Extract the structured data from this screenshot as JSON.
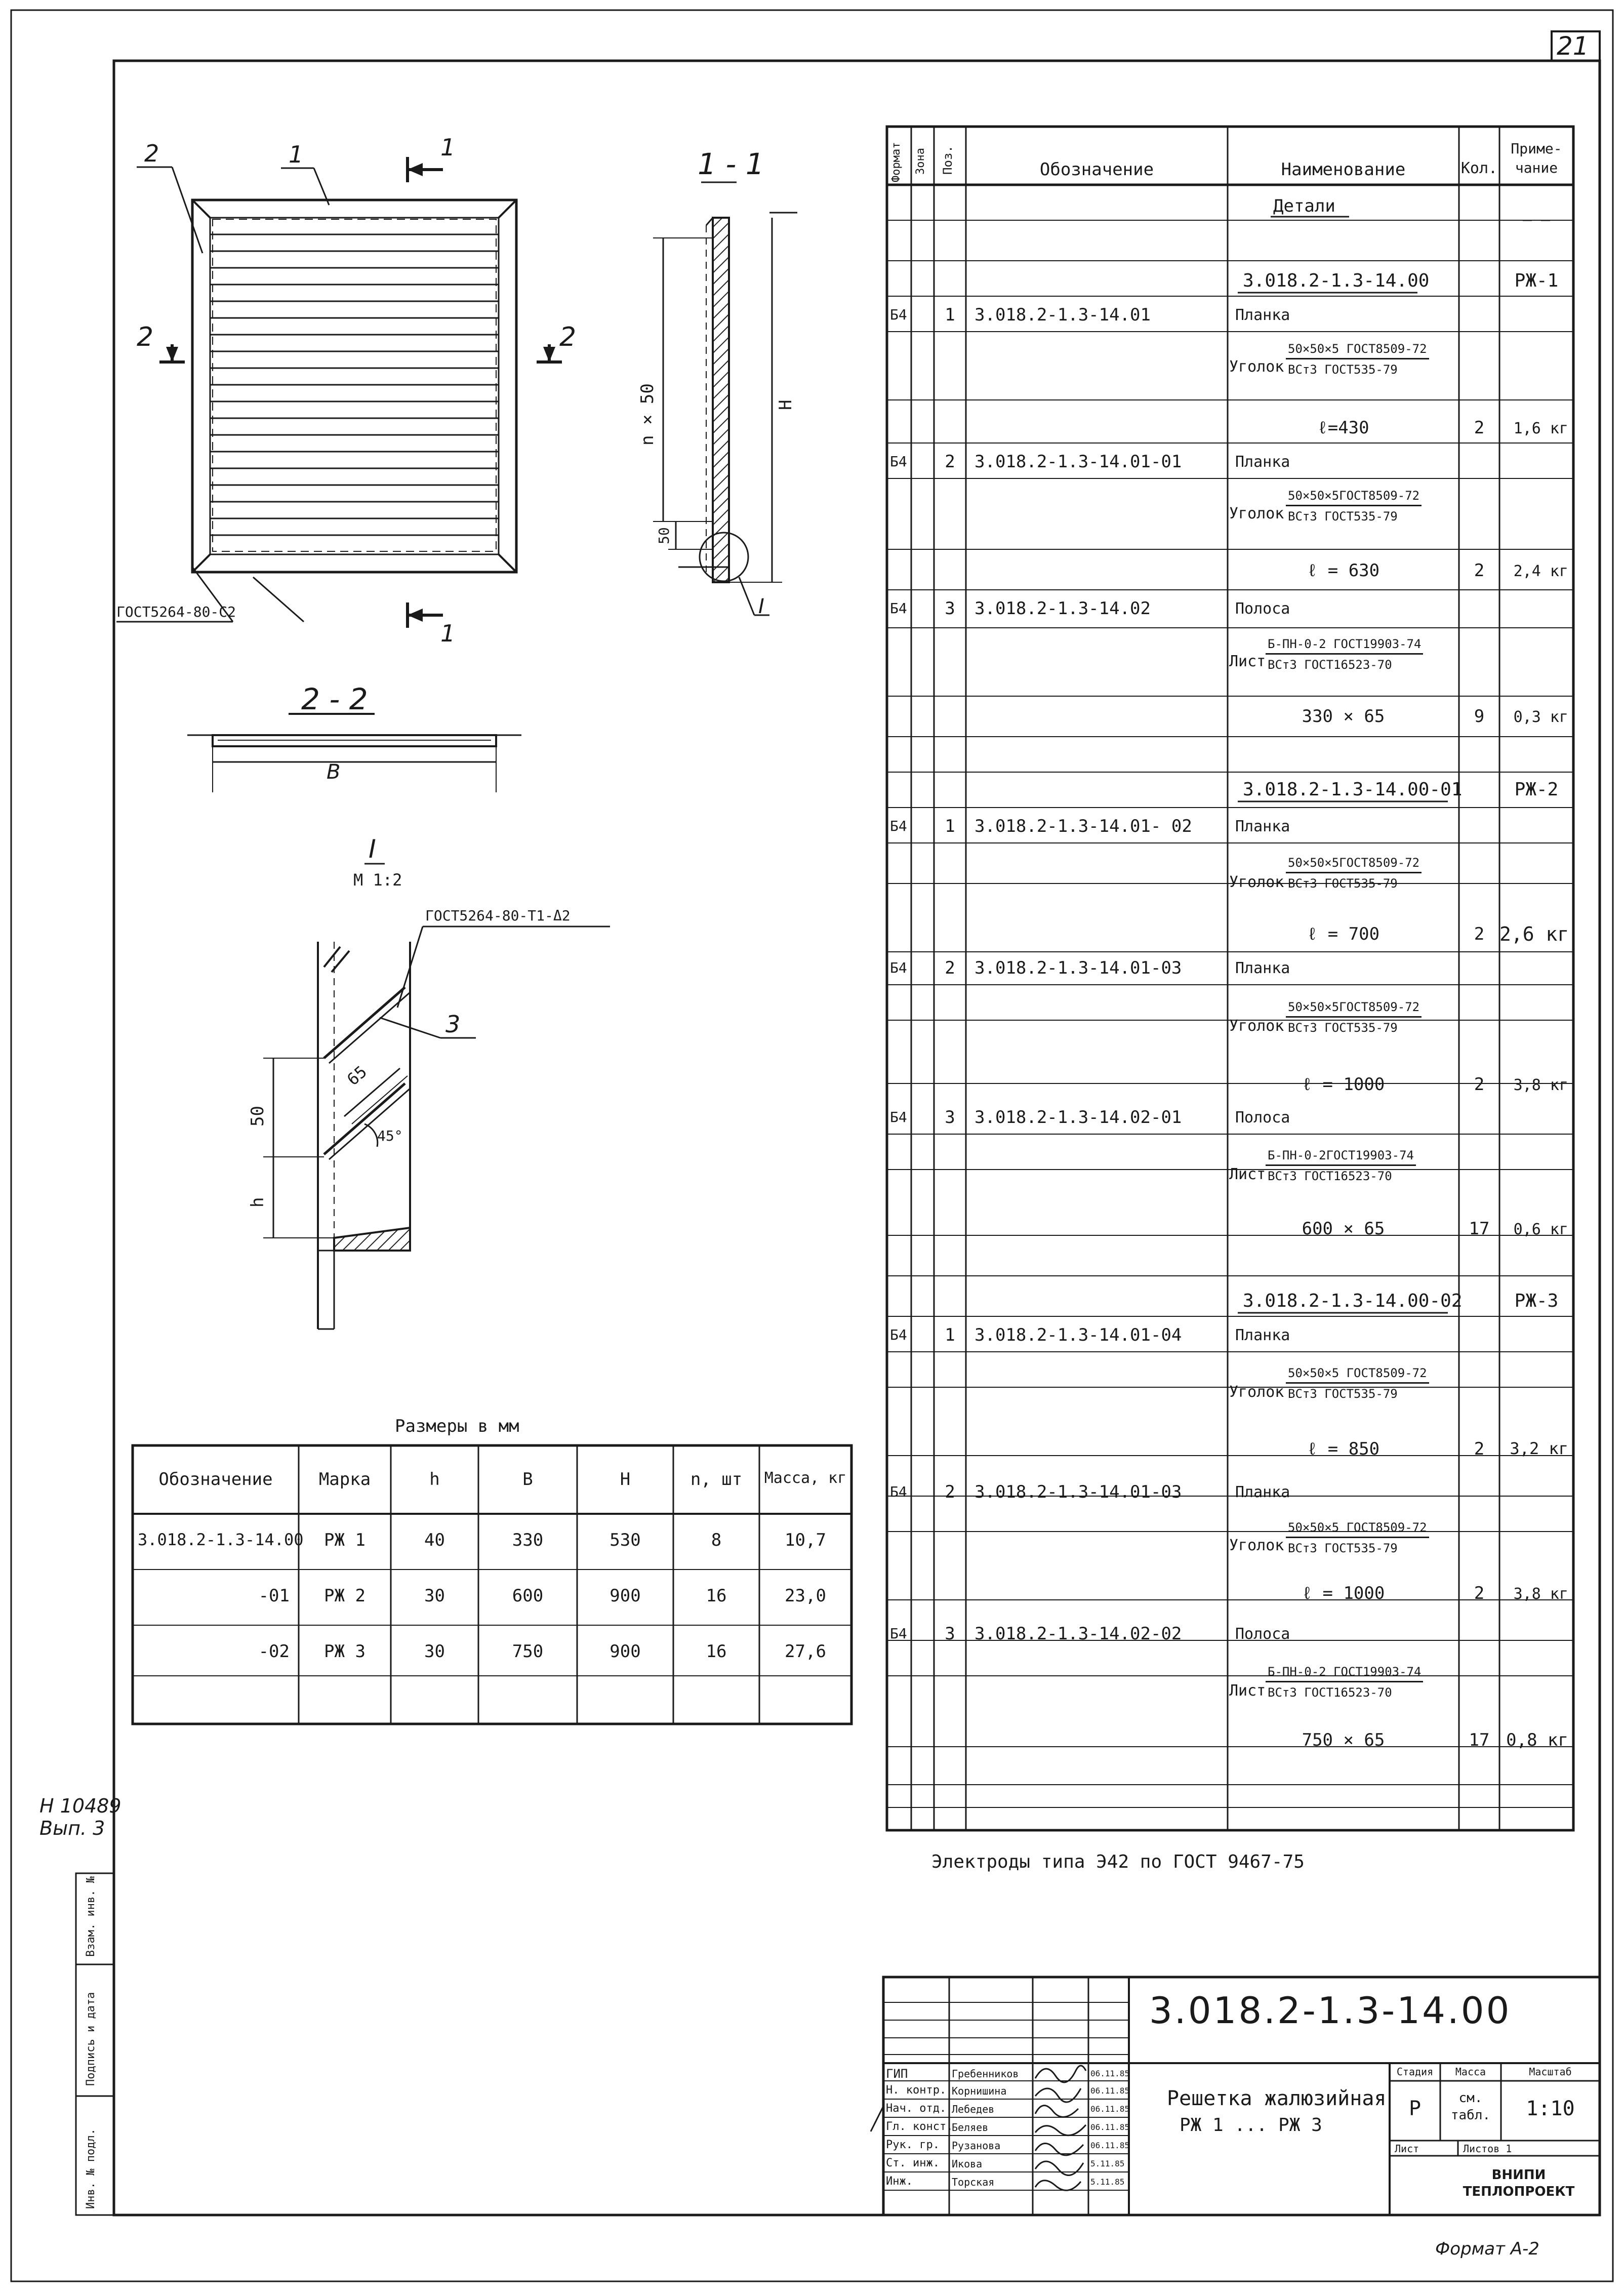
{
  "sheet_number": "21",
  "format": "Формат А-2",
  "side_stamp": {
    "inv": "Н 10489",
    "issue": "Вып. 3"
  },
  "margin_labels": [
    "Инв. № подл.",
    "Подпись и дата",
    "Взам. инв. №"
  ],
  "views": {
    "front": {
      "label_plank": "1",
      "label_side": "2",
      "cut_top": "1",
      "cut_bottom": "1",
      "cut_left": "2",
      "cut_right": "2",
      "weld": "ГОСТ5264-80-С2"
    },
    "section_1_1": {
      "title": "1 - 1",
      "dim_n50": "n × 50",
      "dim_h": "H",
      "dim_50": "50",
      "detail_ref": "I"
    },
    "section_2_2": {
      "title": "2 - 2",
      "dim_b": "B"
    },
    "detail_I": {
      "title": "I",
      "scale": "М 1:2",
      "weld": "ГОСТ5264-80-Т1-Δ2",
      "pos": "3",
      "dim_65": "65",
      "angle": "45°",
      "dim_50": "50",
      "dim_h": "h"
    }
  },
  "sizes_table": {
    "caption": "Размеры в мм",
    "headers": [
      "Обозначение",
      "Марка",
      "h",
      "B",
      "H",
      "n, шт",
      "Масса, кг"
    ],
    "rows": [
      [
        "3.018.2-1.3-14.00",
        "РЖ 1",
        "40",
        "330",
        "530",
        "8",
        "10,7"
      ],
      [
        "-01",
        "РЖ 2",
        "30",
        "600",
        "900",
        "16",
        "23,0"
      ],
      [
        "-02",
        "РЖ 3",
        "30",
        "750",
        "900",
        "16",
        "27,6"
      ]
    ]
  },
  "spec": {
    "headers": {
      "format": "Формат",
      "zone": "Зона",
      "pos": "Поз.",
      "designation": "Обозначение",
      "name": "Наименование",
      "qty": "Кол.",
      "note": "Приме-чание"
    },
    "section": "Детали",
    "groups": [
      {
        "title": "3.018.2-1.3-14.00",
        "note": "РЖ-1",
        "items": [
          {
            "fmt": "Б4",
            "pos": "1",
            "des": "3.018.2-1.3-14.01",
            "name": "Планка",
            "mat": "Уголок",
            "num": "50×50×5 ГОСТ8509-72",
            "den": "ВСт3 ГОСТ535-79",
            "size": "ℓ=430",
            "qty": "2",
            "mass": "1,6 кг"
          },
          {
            "fmt": "Б4",
            "pos": "2",
            "des": "3.018.2-1.3-14.01-01",
            "name": "Планка",
            "mat": "Уголок",
            "num": "50×50×5ГОСТ8509-72",
            "den": "ВСт3 ГОСТ535-79",
            "size": "ℓ = 630",
            "qty": "2",
            "mass": "2,4 кг"
          },
          {
            "fmt": "Б4",
            "pos": "3",
            "des": "3.018.2-1.3-14.02",
            "name": "Полоса",
            "mat": "Лист",
            "num": "Б-ПН-0-2 ГОСТ19903-74",
            "den": "ВСт3 ГОСТ16523-70",
            "size": "330 × 65",
            "qty": "9",
            "mass": "0,3 кг"
          }
        ]
      },
      {
        "title": "3.018.2-1.3-14.00-01",
        "note": "РЖ-2",
        "items": [
          {
            "fmt": "Б4",
            "pos": "1",
            "des": "3.018.2-1.3-14.01- 02",
            "name": "Планка",
            "mat": "Уголок",
            "num": "50×50×5ГОСТ8509-72",
            "den": "ВСт3 ГОСТ535-79",
            "size": "ℓ = 700",
            "qty": "2",
            "mass": "2,6 кг"
          },
          {
            "fmt": "Б4",
            "pos": "2",
            "des": "3.018.2-1.3-14.01-03",
            "name": "Планка",
            "mat": "Уголок",
            "num": "50×50×5ГОСТ8509-72",
            "den": "ВСт3 ГОСТ535-79",
            "size": "ℓ = 1000",
            "qty": "2",
            "mass": "3,8 кг"
          },
          {
            "fmt": "Б4",
            "pos": "3",
            "des": "3.018.2-1.3-14.02-01",
            "name": "Полоса",
            "mat": "Лист",
            "num": "Б-ПН-0-2ГОСТ19903-74",
            "den": "ВСт3 ГОСТ16523-70",
            "size": "600 × 65",
            "qty": "17",
            "mass": "0,6 кг"
          }
        ]
      },
      {
        "title": "3.018.2-1.3-14.00-02",
        "note": "РЖ-3",
        "items": [
          {
            "fmt": "Б4",
            "pos": "1",
            "des": "3.018.2-1.3-14.01-04",
            "name": "Планка",
            "mat": "Уголок",
            "num": "50×50×5 ГОСТ8509-72",
            "den": "ВСт3 ГОСТ535-79",
            "size": "ℓ = 850",
            "qty": "2",
            "mass": "3,2 кг"
          },
          {
            "fmt": "Б4",
            "pos": "2",
            "des": "3.018.2-1.3-14.01-03",
            "name": "Планка",
            "mat": "Уголок",
            "num": "50×50×5 ГОСТ8509-72",
            "den": "ВСт3 ГОСТ535-79",
            "size": "ℓ = 1000",
            "qty": "2",
            "mass": "3,8 кг"
          },
          {
            "fmt": "Б4",
            "pos": "3",
            "des": "3.018.2-1.3-14.02-02",
            "name": "Полоса",
            "mat": "Лист",
            "num": "Б-ПН-0-2 ГОСТ19903-74",
            "den": "ВСт3 ГОСТ16523-70",
            "size": "750 × 65",
            "qty": "17",
            "mass": "0,8 кг"
          }
        ]
      }
    ]
  },
  "note": "Электроды типа Э42 по ГОСТ 9467-75",
  "title_block": {
    "code": "3.018.2-1.3-14.00",
    "title_line1": "Решетка жалюзийная",
    "title_line2": "РЖ 1 ... РЖ 3",
    "stage_label": "Стадия",
    "stage": "Р",
    "mass_label": "Масса",
    "mass": "см. табл.",
    "scale_label": "Масштаб",
    "scale": "1:10",
    "sheet_label": "Лист",
    "sheets_label": "Листов 1",
    "org": "ВНИПИ ТЕПЛОПРОЕКТ",
    "staff": [
      {
        "role": "ГИП",
        "name": "Гребенников",
        "date": "06.11.85"
      },
      {
        "role": "Н. контр.",
        "name": "Корнишина",
        "date": "06.11.85"
      },
      {
        "role": "Нач. отд.",
        "name": "Лебедев",
        "date": "06.11.85"
      },
      {
        "role": "Гл. конст.",
        "name": "Беляев",
        "date": "06.11.85"
      },
      {
        "role": "Рук. гр.",
        "name": "Рузанова",
        "date": "06.11.85"
      },
      {
        "role": "Ст. инж.",
        "name": "Икова",
        "date": "5.11.85"
      },
      {
        "role": "Инж.",
        "name": "Торская",
        "date": "5.11.85"
      }
    ]
  }
}
